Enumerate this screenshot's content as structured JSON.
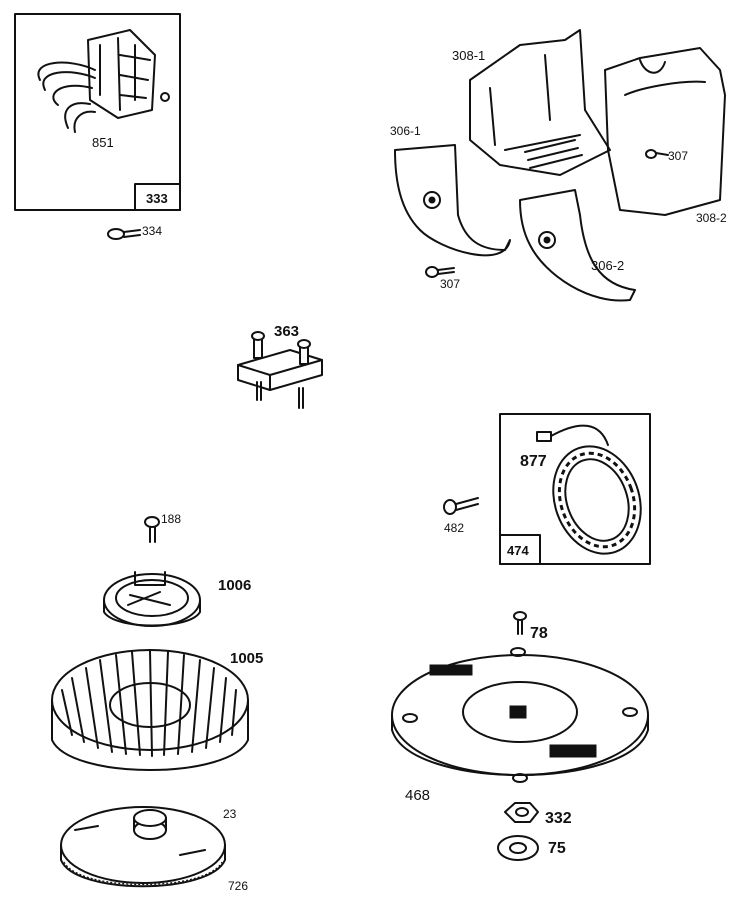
{
  "parts": {
    "p851": "851",
    "p333": "333",
    "p334": "334",
    "p308_1": "308-1",
    "p306_1": "306-1",
    "p307a": "307",
    "p307b": "307",
    "p308_2": "308-2",
    "p306_2": "306-2",
    "p363": "363",
    "p877": "877",
    "p482": "482",
    "p474": "474",
    "p188": "188",
    "p1006": "1006",
    "p1005": "1005",
    "p78": "78",
    "p468": "468",
    "p332": "332",
    "p75": "75",
    "p23": "23",
    "p726": "726"
  }
}
